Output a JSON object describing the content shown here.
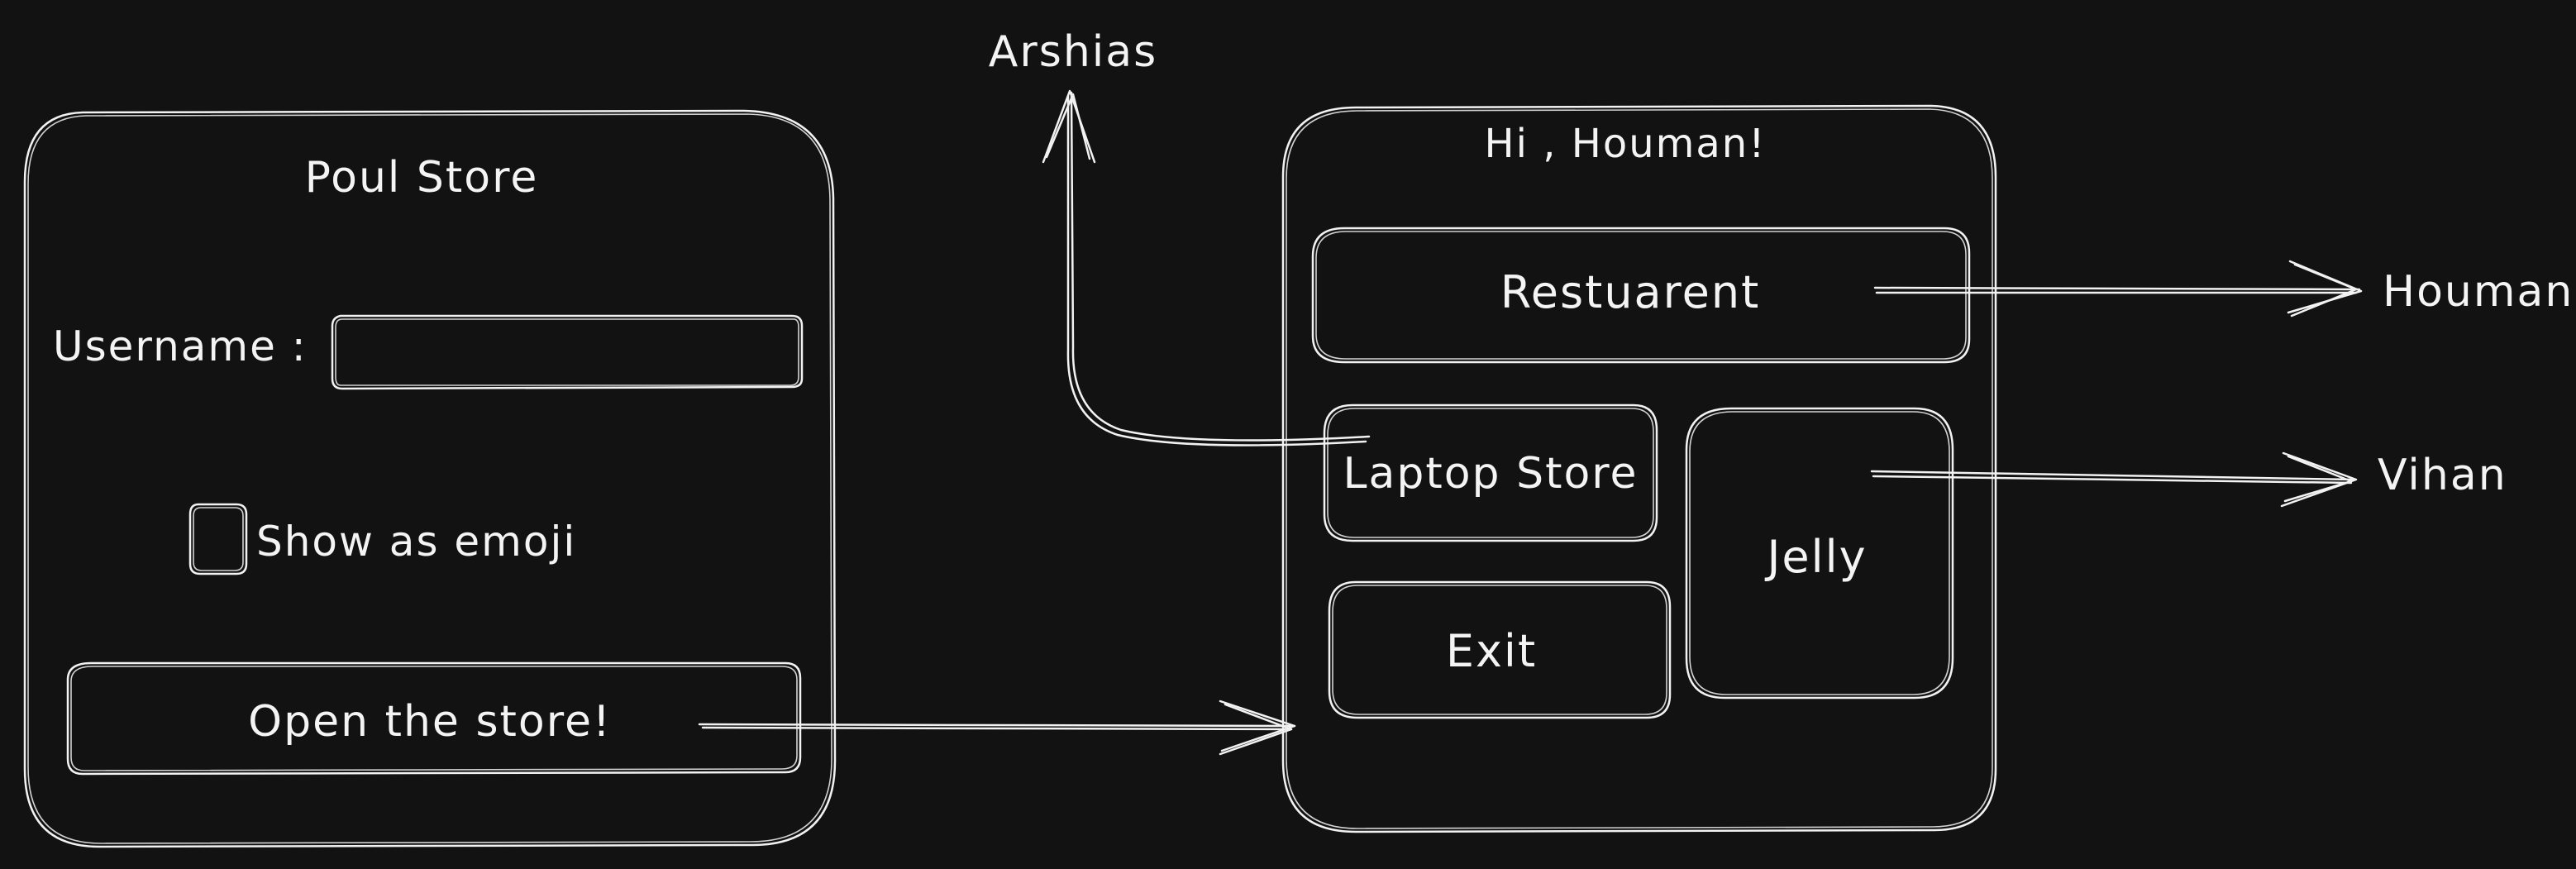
{
  "login_window": {
    "title": "Poul Store",
    "username_label": "Username :",
    "username_value": "",
    "emoji_checkbox_label": "Show as emoji",
    "emoji_checkbox_checked": false,
    "open_button_label": "Open the store!"
  },
  "store_window": {
    "greeting": "Hi , Houman!",
    "restaurant_button_label": "Restuarent",
    "laptop_store_button_label": "Laptop Store",
    "jelly_button_label": "Jelly",
    "exit_button_label": "Exit"
  },
  "owners": {
    "laptop_store_owner": "Arshias",
    "restaurant_owner": "Houman",
    "jelly_owner": "Vihan"
  },
  "colors": {
    "background": "#121212",
    "stroke": "#f2f2f2"
  }
}
